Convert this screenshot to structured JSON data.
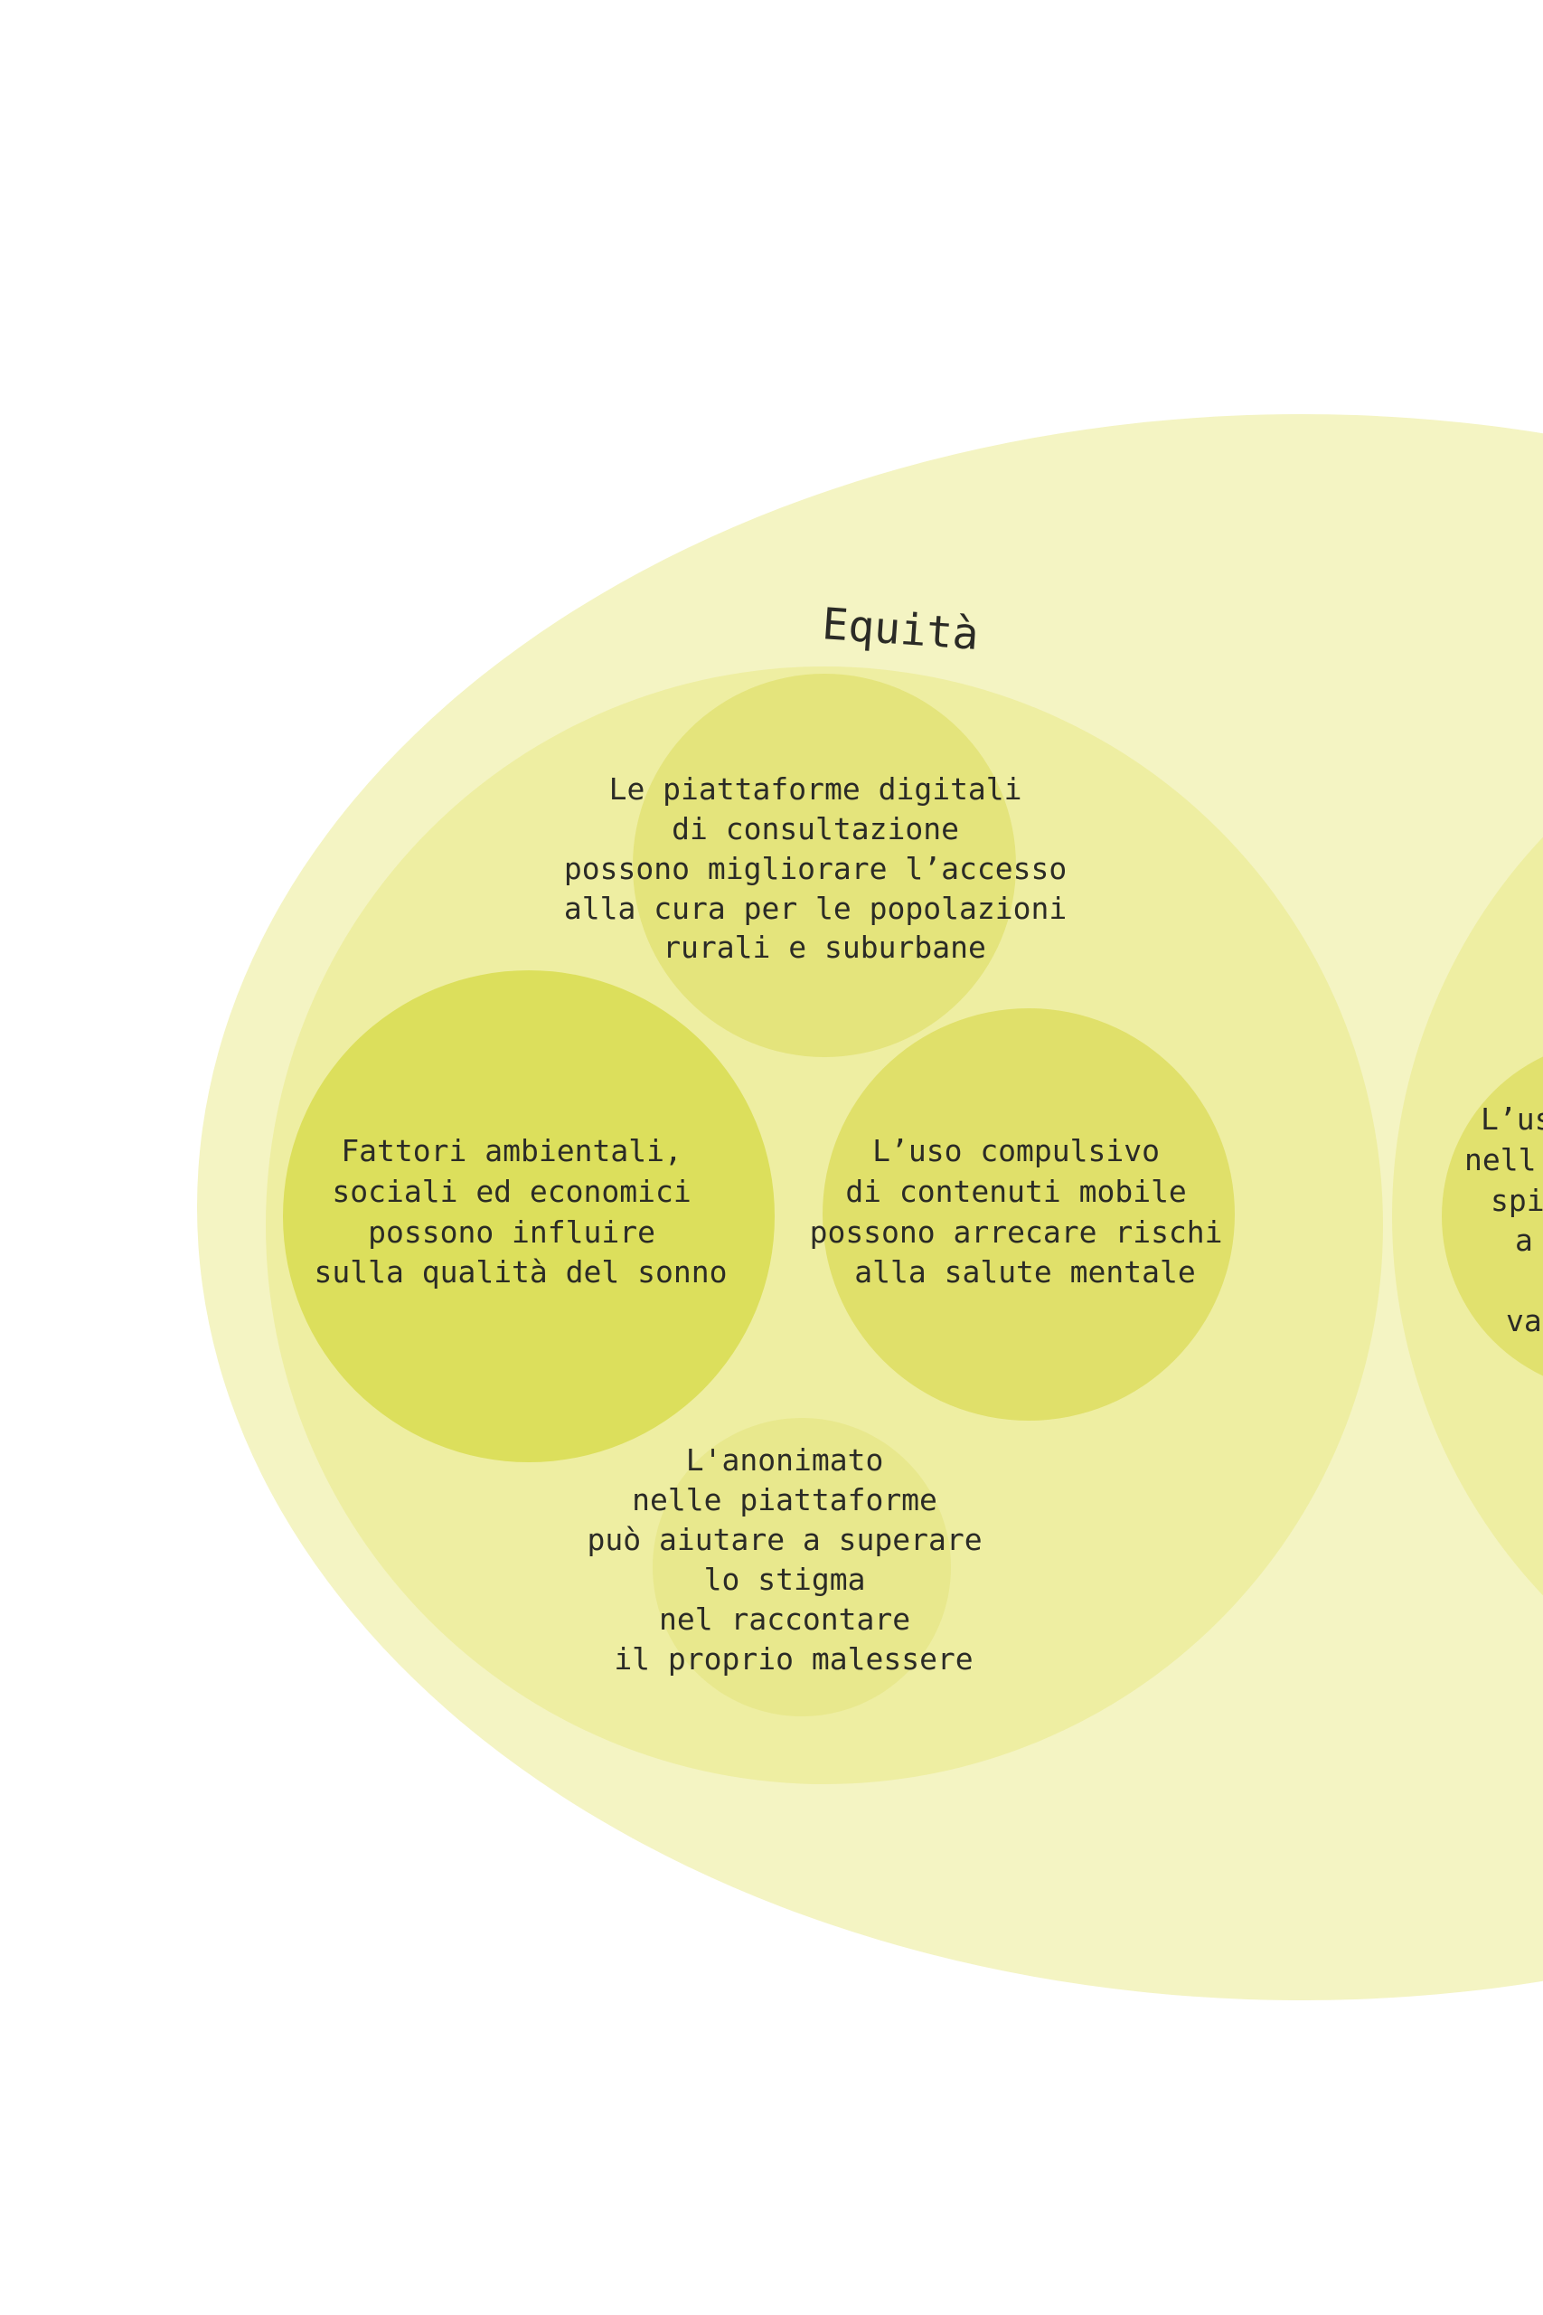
{
  "colors": {
    "background": "#ffffff",
    "outer_ellipse": "#f4f4c3",
    "group_circle": "#eeeea2",
    "bubble_light": "#e4e47c",
    "bubble_mid": "#e0e06a",
    "bubble_strong": "#dcdf5c",
    "bubble_pale": "#e8e88d",
    "text": "#2b2b26"
  },
  "diagram": {
    "group_title": "Equità",
    "bubbles": [
      {
        "id": "digital-platforms",
        "lines": [
          "Le piattaforme digitali",
          "di consultazione",
          "possono migliorare l’accesso",
          "alla cura per le popolazioni",
          "rurali e suburbane"
        ]
      },
      {
        "id": "sleep-factors",
        "lines": [
          "Fattori ambientali,",
          "sociali ed economici",
          "possono influire",
          "sulla qualità del sonno"
        ]
      },
      {
        "id": "compulsive-use",
        "lines": [
          "L’uso compulsivo",
          "di contenuti mobile",
          "possono arrecare rischi",
          "alla salute mentale"
        ]
      },
      {
        "id": "anonymity",
        "lines": [
          "L'anonimato",
          "nelle piattaforme",
          "può aiutare a superare",
          "lo stigma",
          "nel raccontare",
          "il proprio malessere"
        ]
      }
    ],
    "partial_bubble": {
      "lines": [
        "L’us",
        "nell'",
        "spi",
        "a",
        "",
        "va"
      ]
    }
  }
}
